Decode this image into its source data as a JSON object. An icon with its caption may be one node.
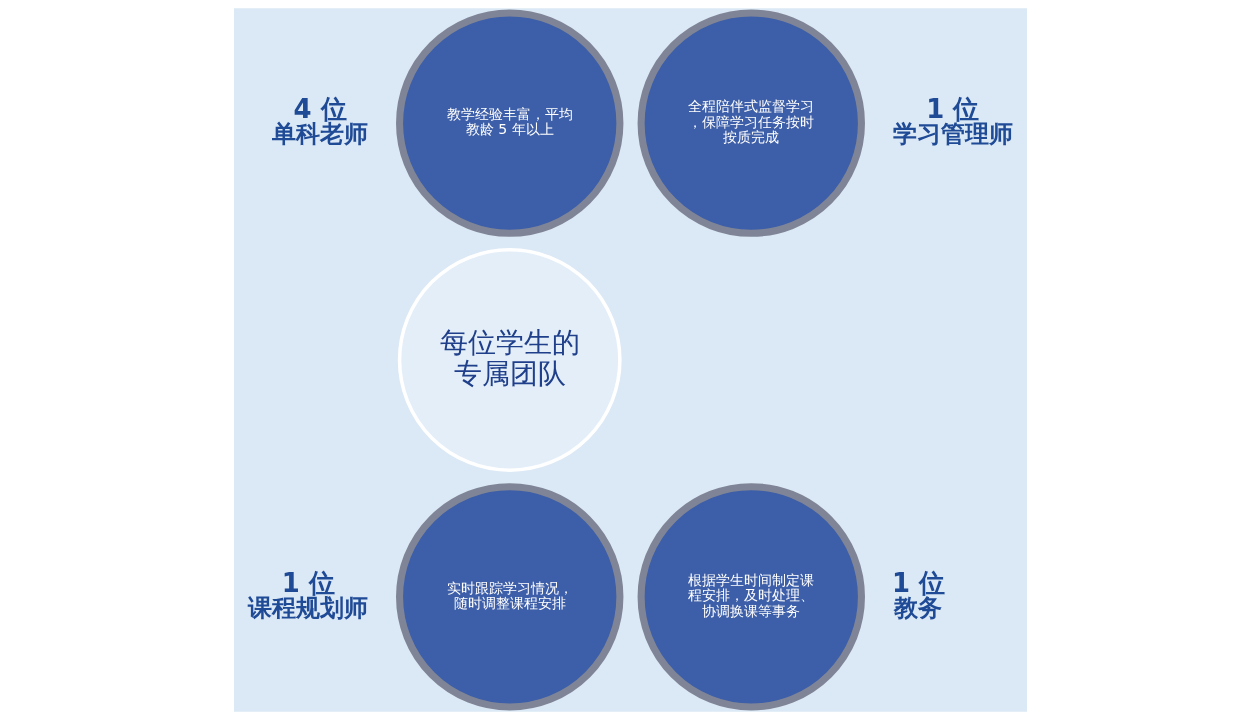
{
  "diagram": {
    "nodes": [
      {
        "text": [
          "教学经验丰富，平均教龄 5 年以上"
        ],
        "beside": [
          "4 位",
          "单科老师"
        ]
      },
      {
        "text": [
          "全程陪伴式监督学习，保障学习任务按时按质完成"
        ],
        "beside": [
          "1 位",
          "学习管理师"
        ]
      },
      {
        "text": [
          "每位学生的专属团队"
        ]
      },
      {
        "text": [
          "实时跟踪学习情况，随时调整课程安排"
        ],
        "beside": [
          "1 位",
          "课程规划师"
        ]
      },
      {
        "text": [
          "根据学生时间制定课程安排，及时处理、协调换课等事务"
        ],
        "beside": [
          "1 位",
          "教务"
        ]
      }
    ]
  }
}
